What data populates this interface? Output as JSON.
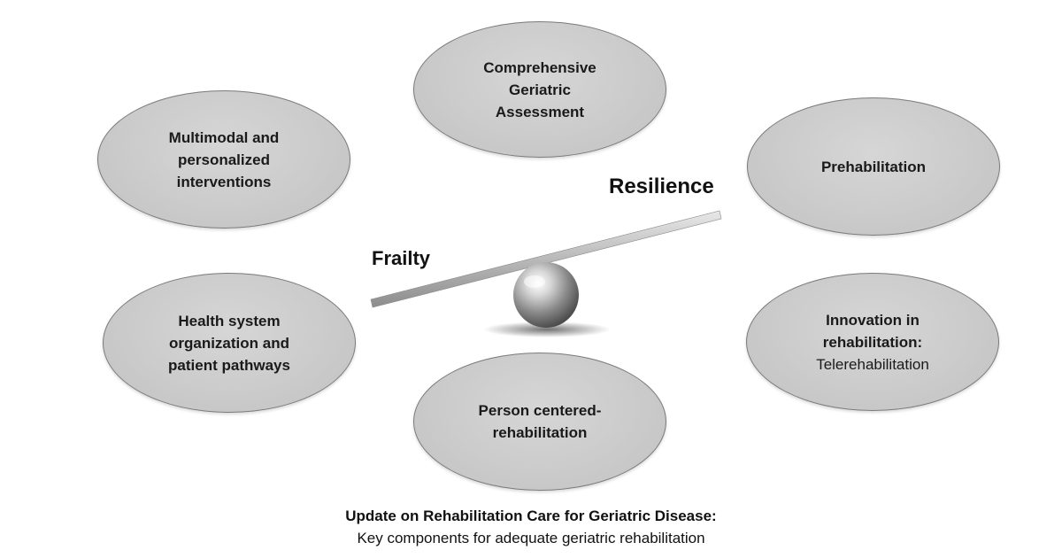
{
  "nodes": {
    "cga": [
      "Comprehensive",
      "Geriatric",
      "Assessment"
    ],
    "multimodal": [
      "Multimodal and",
      "personalized",
      "interventions"
    ],
    "prehab": [
      "Prehabilitation"
    ],
    "health_system": [
      "Health system",
      "organization and",
      "patient pathways"
    ],
    "innovation": {
      "bold": [
        "Innovation in",
        "rehabilitation:"
      ],
      "normal": "Telerehabilitation"
    },
    "person": [
      "Person centered-",
      "rehabilitation"
    ]
  },
  "balance": {
    "left_label": "Frailty",
    "right_label": "Resilience"
  },
  "caption": {
    "title": "Update on Rehabilitation Care for Geriatric Disease:",
    "subtitle": "Key components for adequate geriatric rehabilitation"
  }
}
